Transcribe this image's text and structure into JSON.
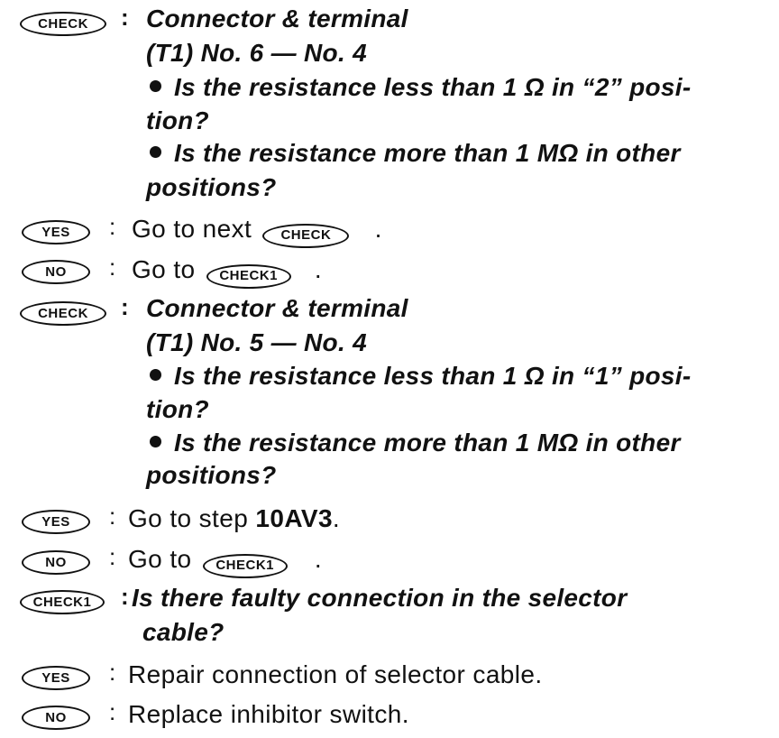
{
  "labels": {
    "check": "CHECK",
    "yes": "YES",
    "no": "NO",
    "check1": "CHECK1",
    "colon": ":"
  },
  "block1": {
    "title": "Connector & terminal",
    "terminals": "(T1) No. 6 — No. 4",
    "q1_line1": "Is the resistance less than 1 Ω in “2” posi-",
    "q1_line2": "tion?",
    "q2_line1": "Is the resistance more than 1 MΩ in other",
    "q2_line2": "positions?"
  },
  "yes1": {
    "text": "Go to next",
    "suffix": "."
  },
  "no1": {
    "text": "Go to",
    "suffix": "."
  },
  "block2": {
    "title": "Connector & terminal",
    "terminals": "(T1) No. 5 — No. 4",
    "q1_line1": "Is the resistance less than 1 Ω in “1” posi-",
    "q1_line2": "tion?",
    "q2_line1": "Is the resistance more than 1 MΩ in other",
    "q2_line2": "positions?"
  },
  "yes2": {
    "text": "Go to step",
    "step": "10AV3",
    "suffix": "."
  },
  "no2": {
    "text": "Go to",
    "suffix": "."
  },
  "block3": {
    "question_line1": "Is there faulty connection in the selector",
    "question_line2": "cable?"
  },
  "yes3": {
    "text": "Repair connection of selector cable."
  },
  "no3": {
    "text": "Replace inhibitor switch."
  }
}
